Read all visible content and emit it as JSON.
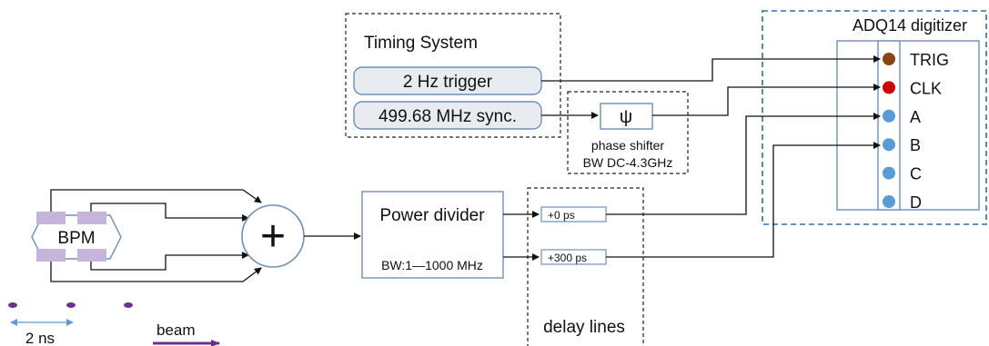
{
  "timing_system": {
    "title": "Timing System",
    "trigger": "2 Hz trigger",
    "sync": "499.68 MHz sync."
  },
  "phase_shifter": {
    "symbol": "ψ",
    "label_line1": "phase shifter",
    "label_line2": "BW DC-4.3GHz"
  },
  "digitizer": {
    "title": "ADQ14 digitizer",
    "channels": [
      {
        "label": "TRIG",
        "color": "#8b4513"
      },
      {
        "label": "CLK",
        "color": "#cc0000"
      },
      {
        "label": "A",
        "color": "#5b9bd5"
      },
      {
        "label": "B",
        "color": "#5b9bd5"
      },
      {
        "label": "C",
        "color": "#5b9bd5"
      },
      {
        "label": "D",
        "color": "#5b9bd5"
      }
    ]
  },
  "bpm": {
    "label": "BPM"
  },
  "combiner": {
    "symbol": "+"
  },
  "power_divider": {
    "title": "Power divider",
    "bandwidth": "BW:1—1000 MHz"
  },
  "delay_lines": {
    "label": "delay lines",
    "delays": [
      "+0 ps",
      "+300 ps"
    ]
  },
  "beam": {
    "label": "beam",
    "spacing": "2 ns"
  },
  "colors": {
    "box_fill": "#e8ecf1",
    "box_stroke": "#6e8fb8",
    "dashed_blue": "#2e6fa8",
    "bpm_pad": "#c5b4dc",
    "bunch": "#6b2f8c",
    "arrow_blue": "#5b9bd5"
  }
}
